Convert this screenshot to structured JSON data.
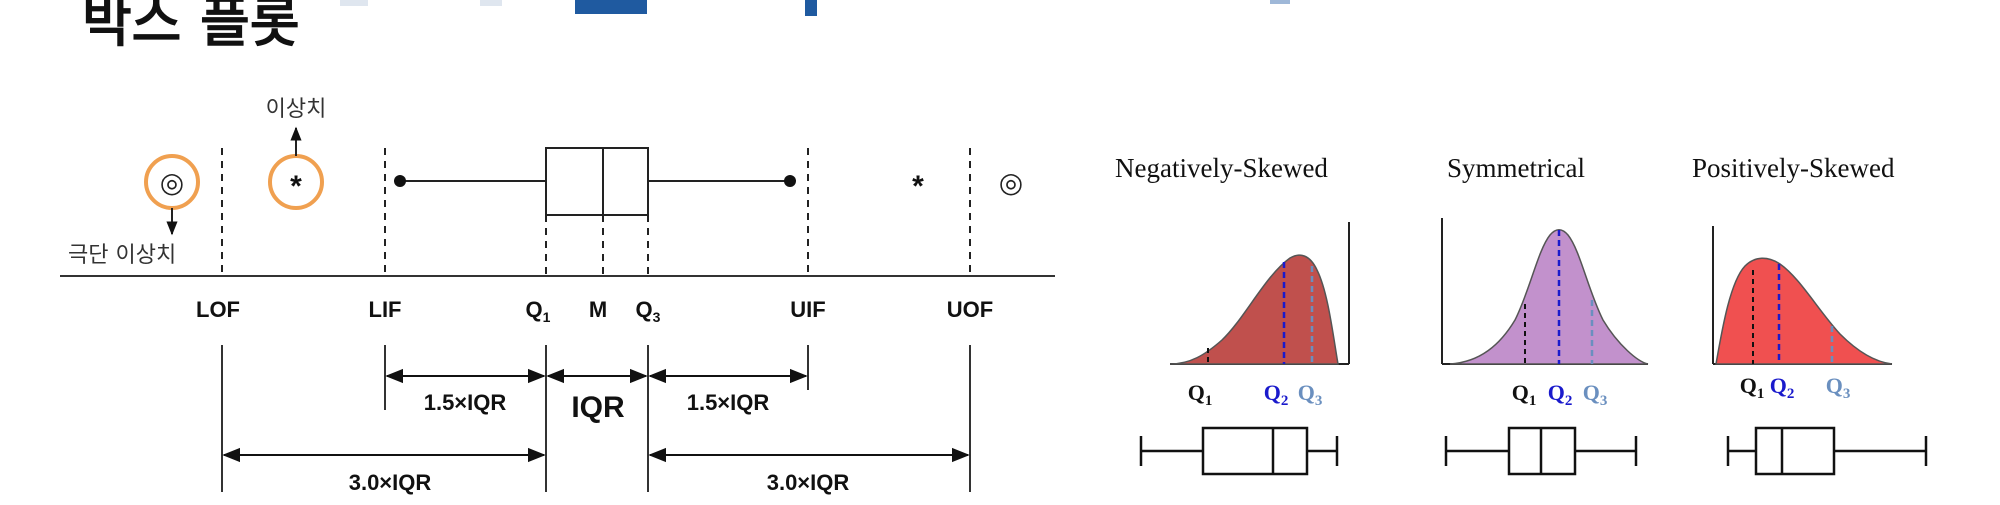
{
  "title": "박스 플롯",
  "colors": {
    "header_blue": "#1f5aa0",
    "header_light": "#d9e4f2",
    "outlier_ring": "#f0a050",
    "negative_fill": "#c0504d",
    "symmetric_fill": "#c291cc",
    "positive_fill": "#f05050",
    "q2_line": "#1a1acc",
    "q3_line": "#6a8fbf"
  },
  "left_diagram": {
    "outlier_label": "이상치",
    "extreme_outlier_label": "극단 이상치",
    "outlier_symbol": "*",
    "extreme_symbol": "◎",
    "axis_labels": {
      "lof": "LOF",
      "lif": "LIF",
      "q1": "Q",
      "q1_sub": "1",
      "m": "M",
      "q3": "Q",
      "q3_sub": "3",
      "uif": "UIF",
      "uof": "UOF"
    },
    "dimensions": {
      "left_inner": "1.5×IQR",
      "iqr": "IQR",
      "right_inner": "1.5×IQR",
      "left_outer": "3.0×IQR",
      "right_outer": "3.0×IQR"
    }
  },
  "skew_panels": [
    {
      "title": "Negatively-Skewed",
      "q1": "Q",
      "q1_sub": "1",
      "q2": "Q",
      "q2_sub": "2",
      "q3": "Q",
      "q3_sub": "3"
    },
    {
      "title": "Symmetrical",
      "q1": "Q",
      "q1_sub": "1",
      "q2": "Q",
      "q2_sub": "2",
      "q3": "Q",
      "q3_sub": "3"
    },
    {
      "title": "Positively-Skewed",
      "q1": "Q",
      "q1_sub": "1",
      "q2": "Q",
      "q2_sub": "2",
      "q3": "Q",
      "q3_sub": "3"
    }
  ]
}
